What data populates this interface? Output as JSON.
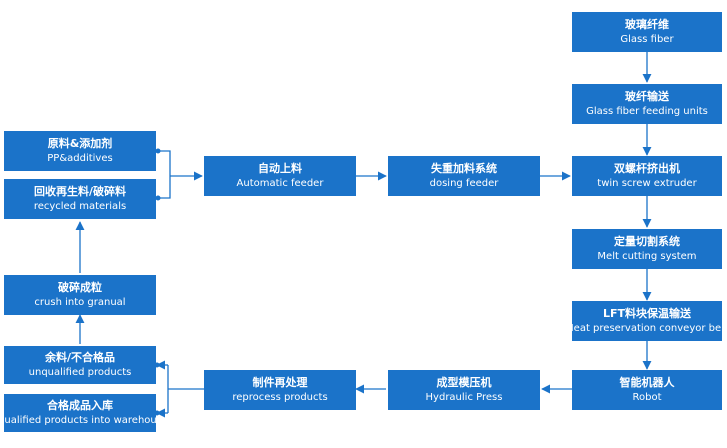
{
  "colors": {
    "box": "#1b73c9",
    "line": "#1b73c9",
    "text": "#ffffff"
  },
  "nodes": {
    "raw": {
      "zh": "原料&添加剂",
      "en": "PP&additives"
    },
    "recycled": {
      "zh": "回收再生料/破碎料",
      "en": "recycled materials"
    },
    "crush": {
      "zh": "破碎成粒",
      "en": "crush into granual"
    },
    "unqualified": {
      "zh": "余料/不合格品",
      "en": "unqualified products"
    },
    "qualified": {
      "zh": "合格成品入库",
      "en": "qualified products into warehous"
    },
    "feeder": {
      "zh": "自动上料",
      "en": "Automatic feeder"
    },
    "dosing": {
      "zh": "失重加料系统",
      "en": "dosing feeder"
    },
    "reprocess": {
      "zh": "制件再处理",
      "en": "reprocess products"
    },
    "press": {
      "zh": "成型模压机",
      "en": "Hydraulic Press"
    },
    "glass": {
      "zh": "玻璃纤维",
      "en": "Glass fiber"
    },
    "glassfeed": {
      "zh": "玻纤输送",
      "en": "Glass fiber feeding units"
    },
    "extruder": {
      "zh": "双螺杆挤出机",
      "en": "twin screw extruder"
    },
    "cutting": {
      "zh": "定量切割系统",
      "en": "Melt cutting system"
    },
    "conveyor": {
      "zh": "LFT料块保温输送",
      "en": "Heat preservation conveyor belt"
    },
    "robot": {
      "zh": "智能机器人",
      "en": "Robot"
    }
  }
}
